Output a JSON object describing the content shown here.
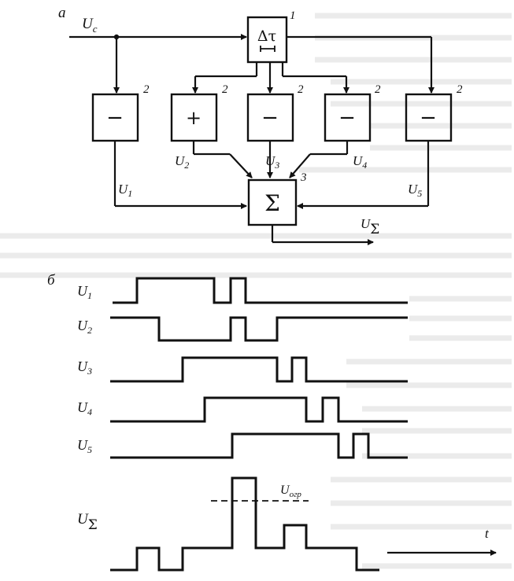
{
  "panel_a": {
    "panel_label": "а",
    "input_label": "U",
    "input_sub": "c",
    "delay_symbol": "Δτ",
    "delay_number": "1",
    "block_number": "2",
    "sum_symbol": "Σ",
    "sum_number": "3",
    "blocks": [
      {
        "sign": "−",
        "number": "2"
      },
      {
        "sign": "+",
        "number": "2"
      },
      {
        "sign": "−",
        "number": "2"
      },
      {
        "sign": "−",
        "number": "2"
      },
      {
        "sign": "−",
        "number": "2"
      }
    ],
    "signal_labels": [
      {
        "main": "U",
        "sub": "1"
      },
      {
        "main": "U",
        "sub": "2"
      },
      {
        "main": "U",
        "sub": "3"
      },
      {
        "main": "U",
        "sub": "4"
      },
      {
        "main": "U",
        "sub": "5"
      }
    ],
    "output_label": "U",
    "output_sub": "Σ"
  },
  "panel_b": {
    "panel_label": "б",
    "traces": [
      {
        "main": "U",
        "sub": "1"
      },
      {
        "main": "U",
        "sub": "2"
      },
      {
        "main": "U",
        "sub": "3"
      },
      {
        "main": "U",
        "sub": "4"
      },
      {
        "main": "U",
        "sub": "5"
      }
    ],
    "sum_label": "U",
    "sum_sub": "Σ",
    "limit_label": "U",
    "limit_sub": "огр",
    "time_label": "t"
  }
}
